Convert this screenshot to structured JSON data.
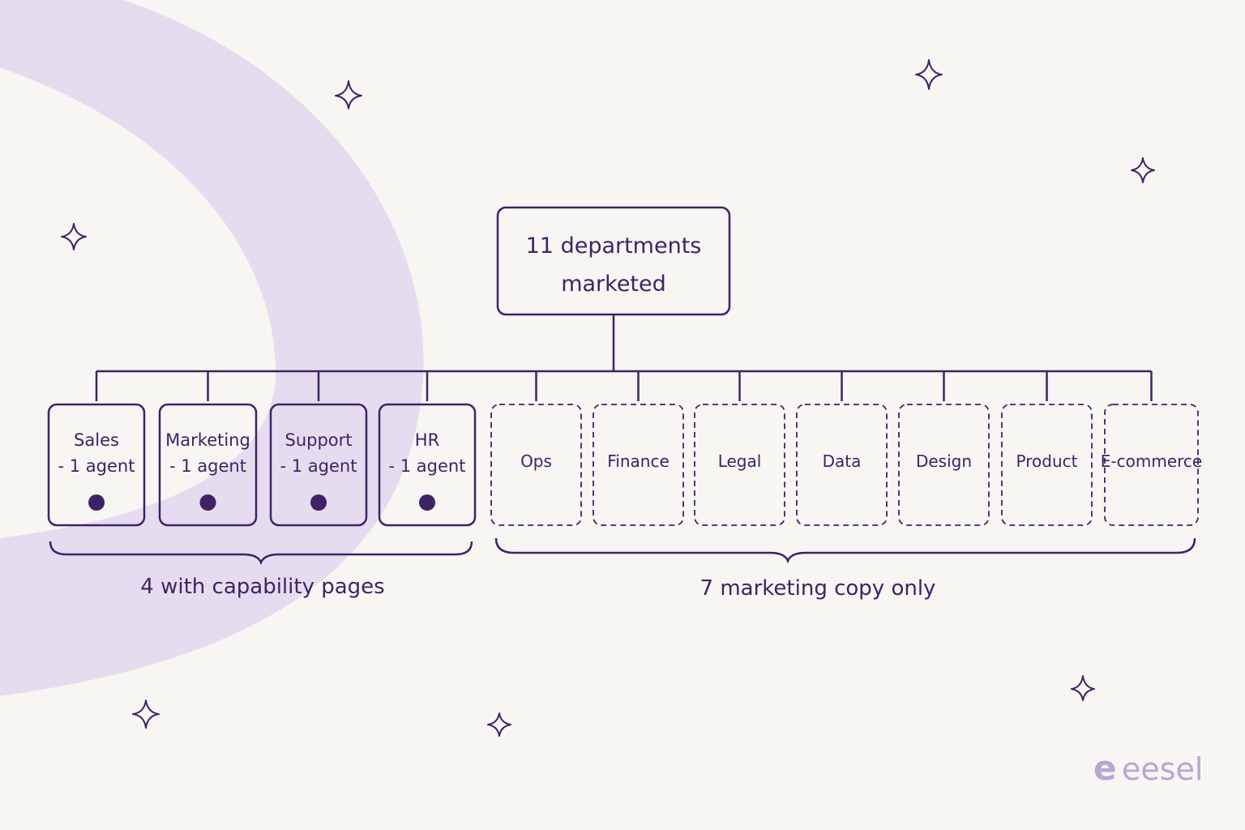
{
  "root": {
    "line1": "11 departments",
    "line2": "marketed"
  },
  "capability_group": {
    "label": "4 with capability pages",
    "departments": [
      {
        "name": "Sales",
        "sub": "- 1 agent"
      },
      {
        "name": "Marketing",
        "sub": "- 1 agent"
      },
      {
        "name": "Support",
        "sub": "- 1 agent"
      },
      {
        "name": "HR",
        "sub": "- 1 agent"
      }
    ]
  },
  "copy_group": {
    "label": "7 marketing copy only",
    "departments": [
      "Ops",
      "Finance",
      "Legal",
      "Data",
      "Design",
      "Product",
      "E-commerce"
    ]
  },
  "brand": {
    "name": "eesel",
    "mark": "e"
  },
  "colors": {
    "ink": "#3d2466",
    "arc": "#e6dcf0",
    "background": "#f7f6f2",
    "logo": "#b9a6d2"
  }
}
